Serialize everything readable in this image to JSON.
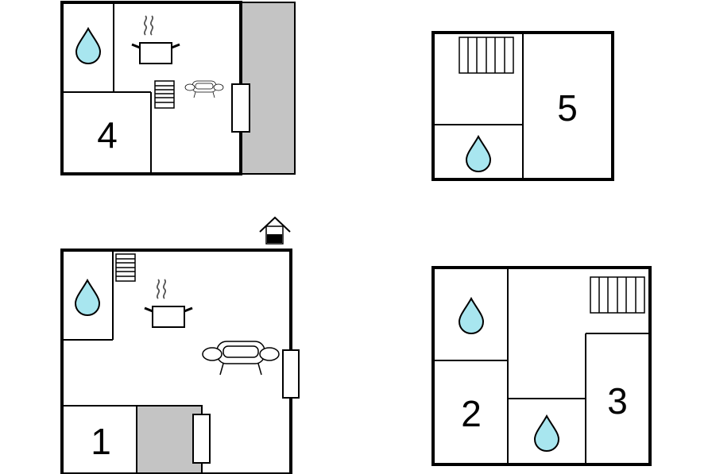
{
  "rooms": {
    "room_1": "1",
    "room_2": "2",
    "room_3": "3",
    "room_4": "4",
    "room_5": "5"
  },
  "icons": {
    "water": "water-drop-icon",
    "kitchen": "cooking-pot-icon",
    "sofa": "sofa-icon",
    "stairs": "stairs-icon",
    "entrance": "house-entrance-icon"
  },
  "colors": {
    "water": "#a8e6ef",
    "terrace": "#c4c4c4",
    "walls": "#000000"
  }
}
